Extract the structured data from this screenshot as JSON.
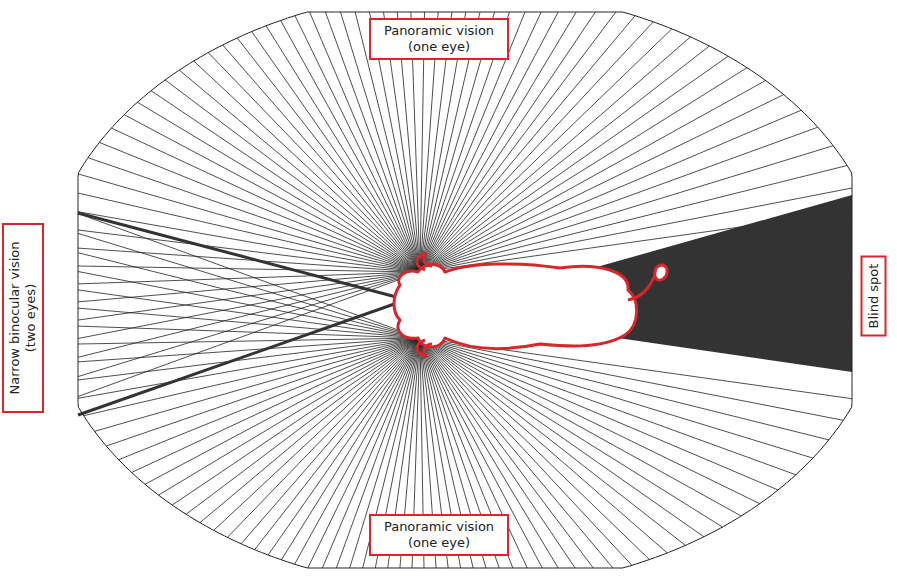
{
  "diagram": {
    "nodes": [
      {
        "text": [
          "Panoramic vision (one eye)"
        ]
      },
      {
        "text": [
          "Narrow binocular vision (two eyes)"
        ]
      },
      {
        "text": [
          "Blind spot"
        ]
      },
      {
        "text": [
          "Panoramic vision (one eye)"
        ]
      }
    ]
  }
}
